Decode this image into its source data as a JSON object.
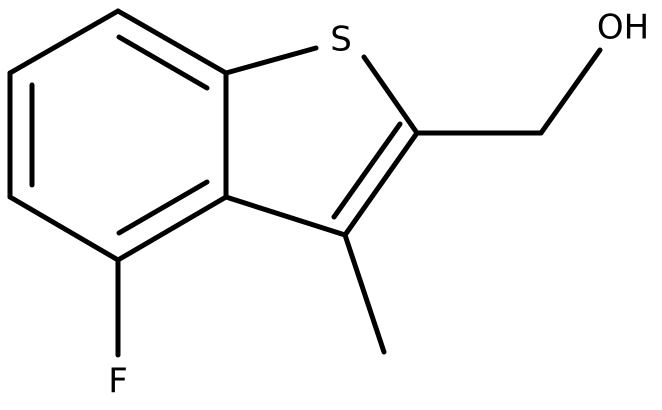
{
  "molecule": {
    "atoms": {
      "S": "S",
      "OH": "OH",
      "F": "F"
    },
    "colors": {
      "bond": "#000000",
      "label": "#000000",
      "background": "#ffffff"
    }
  }
}
